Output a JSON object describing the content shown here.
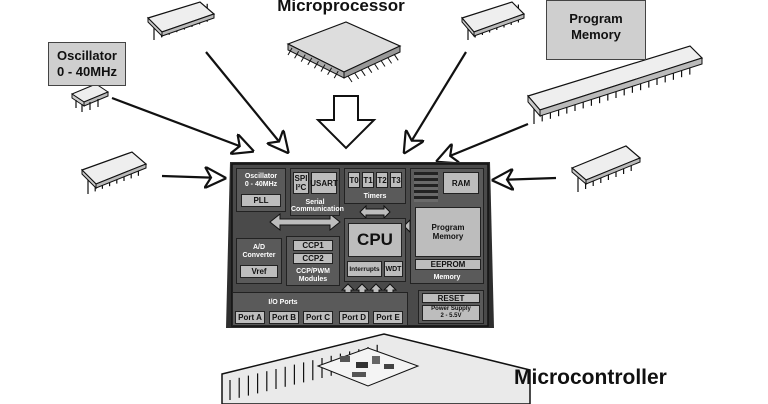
{
  "labels": {
    "microprocessor": "Microprocessor",
    "program_memory_line1": "Program",
    "program_memory_line2": "Memory",
    "oscillator_line1": "Oscillator",
    "oscillator_line2": "0 - 40MHz",
    "microcontroller": "Microcontroller"
  },
  "die": {
    "oscillator_line1": "Oscillator",
    "oscillator_line2": "0 - 40MHz",
    "pll": "PLL",
    "spi": "SPI",
    "i2c": "I²C",
    "usart": "USART",
    "serial_line1": "Serial",
    "serial_line2": "Communication",
    "t0": "T0",
    "t1": "T1",
    "t2": "T2",
    "t3": "T3",
    "timers": "Timers",
    "ram": "RAM",
    "program_line1": "Program",
    "program_line2": "Memory",
    "eeprom": "EEPROM",
    "memory": "Memory",
    "ad_line1": "A/D",
    "ad_line2": "Converter",
    "vref": "Vref",
    "ccp1": "CCP1",
    "ccp2": "CCP2",
    "ccp_line1": "CCP/PWM",
    "ccp_line2": "Modules",
    "cpu": "CPU",
    "interrupts": "Interrupts",
    "wdt": "WDT",
    "reset": "RESET",
    "power_line1": "Power Supply",
    "power_line2": "2 - 5.5V",
    "io_ports": "I/O Ports",
    "port_a": "Port A",
    "port_b": "Port B",
    "port_c": "Port C",
    "port_d": "Port D",
    "port_e": "Port E"
  },
  "colors": {
    "die_fill": "#4a4a4a",
    "block_fill": "#5a5a5a",
    "cell_fill": "#bdbdbd",
    "callout_fill": "#cfcfcf"
  }
}
